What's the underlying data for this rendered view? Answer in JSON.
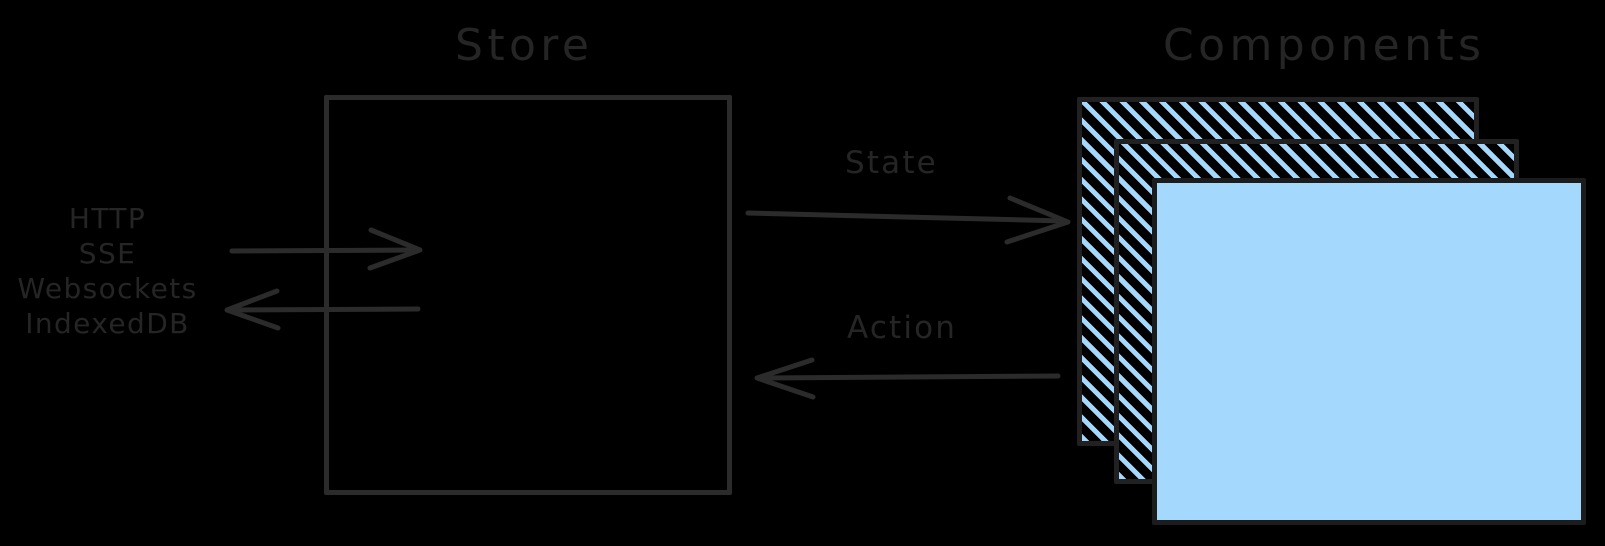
{
  "diagram": {
    "background_color": "#000000",
    "stroke_color": "#2b2b2b",
    "accent_color": "#a5d8fd",
    "titles": {
      "store": "Store",
      "components": "Components"
    },
    "edge_labels": {
      "state": "State",
      "action": "Action"
    },
    "protocols": [
      "HTTP",
      "SSE",
      "Websockets",
      "IndexedDB"
    ],
    "nodes": [
      {
        "id": "store",
        "label": "Store",
        "shape": "rectangle",
        "fill": "none"
      },
      {
        "id": "components",
        "label": "Components",
        "shape": "stacked-rectangles",
        "layers": 3,
        "fill": "#a5d8fd",
        "pattern": "diagonal-hatch"
      }
    ],
    "edges": [
      {
        "id": "io-in",
        "label": "",
        "from": "protocols",
        "to": "store",
        "direction": "right"
      },
      {
        "id": "io-out",
        "label": "",
        "from": "store",
        "to": "protocols",
        "direction": "left"
      },
      {
        "id": "state",
        "label": "State",
        "from": "store",
        "to": "components",
        "direction": "right"
      },
      {
        "id": "action",
        "label": "Action",
        "from": "components",
        "to": "store",
        "direction": "left"
      }
    ]
  }
}
